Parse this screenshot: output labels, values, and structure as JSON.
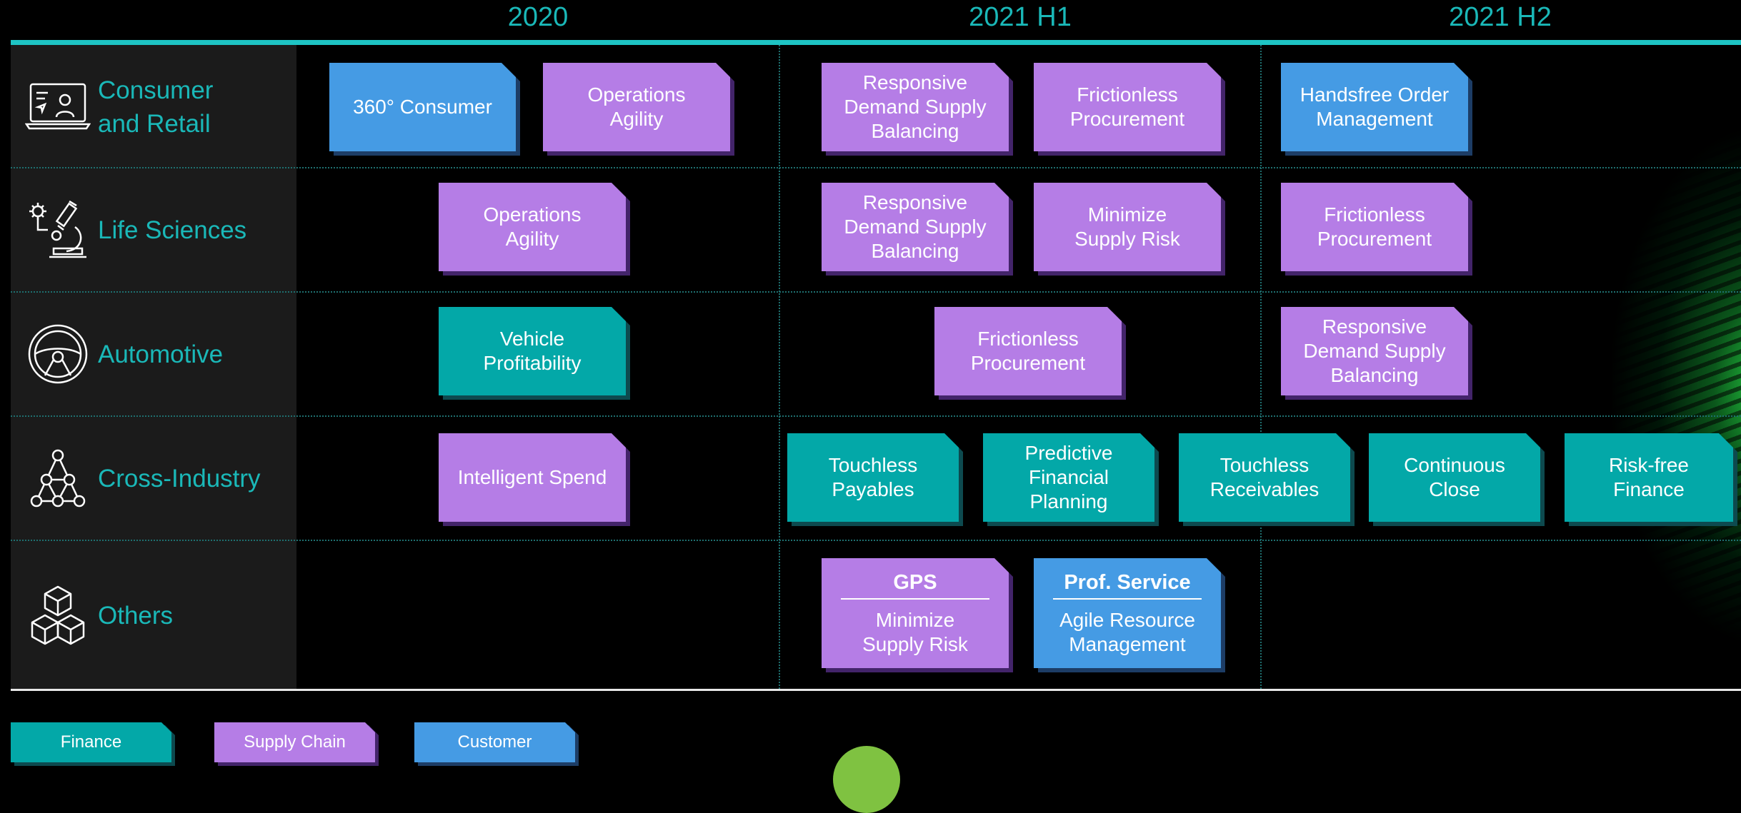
{
  "columns": [
    "2020",
    "2021 H1",
    "2021 H2"
  ],
  "rows": [
    {
      "label": "Consumer\nand Retail",
      "icon": "consumer-retail-icon"
    },
    {
      "label": "Life Sciences",
      "icon": "microscope-icon"
    },
    {
      "label": "Automotive",
      "icon": "steering-wheel-icon"
    },
    {
      "label": "Cross-Industry",
      "icon": "network-icon"
    },
    {
      "label": "Others",
      "icon": "boxes-icon"
    }
  ],
  "cards": [
    {
      "text": "360° Consumer",
      "category": "customer"
    },
    {
      "text": "Operations\nAgility",
      "category": "supply"
    },
    {
      "text": "Responsive\nDemand Supply\nBalancing",
      "category": "supply"
    },
    {
      "text": "Frictionless\nProcurement",
      "category": "supply"
    },
    {
      "text": "Handsfree Order\nManagement",
      "category": "customer"
    },
    {
      "text": "Operations\nAgility",
      "category": "supply"
    },
    {
      "text": "Responsive\nDemand Supply\nBalancing",
      "category": "supply"
    },
    {
      "text": "Minimize\nSupply Risk",
      "category": "supply"
    },
    {
      "text": "Frictionless\nProcurement",
      "category": "supply"
    },
    {
      "text": "Vehicle\nProfitability",
      "category": "finance"
    },
    {
      "text": "Frictionless\nProcurement",
      "category": "supply"
    },
    {
      "text": "Responsive\nDemand Supply\nBalancing",
      "category": "supply"
    },
    {
      "text": "Intelligent Spend",
      "category": "supply"
    },
    {
      "text": "Touchless\nPayables",
      "category": "finance"
    },
    {
      "text": "Predictive\nFinancial\nPlanning",
      "category": "finance"
    },
    {
      "text": "Touchless\nReceivables",
      "category": "finance"
    },
    {
      "text": "Continuous\nClose",
      "category": "finance"
    },
    {
      "text": "Risk-free\nFinance",
      "category": "finance"
    },
    {
      "title": "GPS",
      "text": "Minimize\nSupply Risk",
      "category": "supply"
    },
    {
      "title": "Prof. Service",
      "text": "Agile Resource\nManagement",
      "category": "customer"
    }
  ],
  "legend": [
    {
      "label": "Finance",
      "category": "finance"
    },
    {
      "label": "Supply Chain",
      "category": "supply"
    },
    {
      "label": "Customer",
      "category": "customer"
    }
  ],
  "colors": {
    "finance": "#03a8a8",
    "supply_chain": "#b57de6",
    "customer": "#459be4",
    "accent": "#1ec4c4"
  }
}
